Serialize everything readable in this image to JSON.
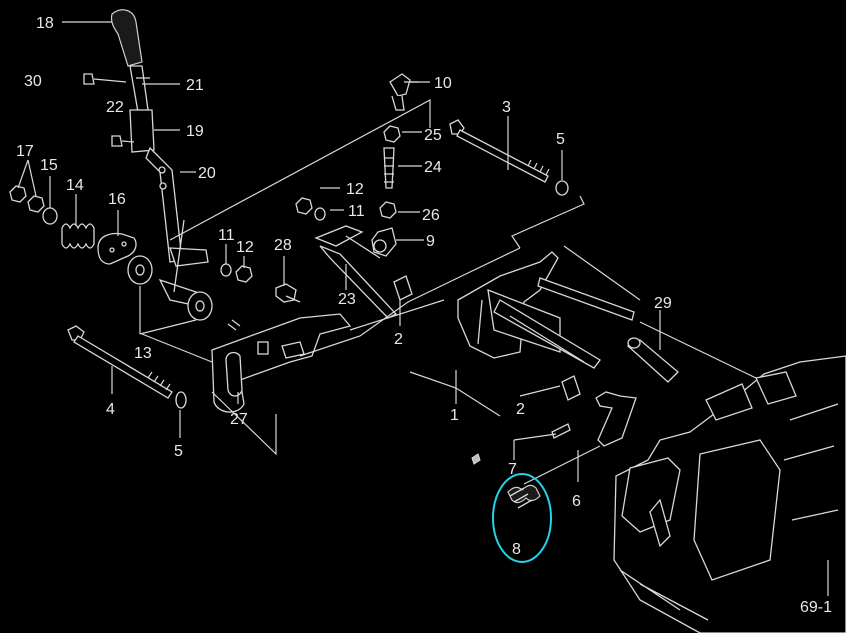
{
  "diagram": {
    "highlight_color": "#22d3e6",
    "line_color": "#d8d8d8",
    "background": "#000000",
    "highlighted_part": "8",
    "callouts": [
      "18",
      "30",
      "21",
      "22",
      "19",
      "20",
      "17",
      "15",
      "14",
      "16",
      "11",
      "12",
      "13",
      "4",
      "5",
      "27",
      "28",
      "23",
      "12",
      "11",
      "10",
      "25",
      "24",
      "26",
      "9",
      "3",
      "5",
      "2",
      "29",
      "1",
      "2",
      "7",
      "6",
      "8",
      "69-1"
    ]
  }
}
